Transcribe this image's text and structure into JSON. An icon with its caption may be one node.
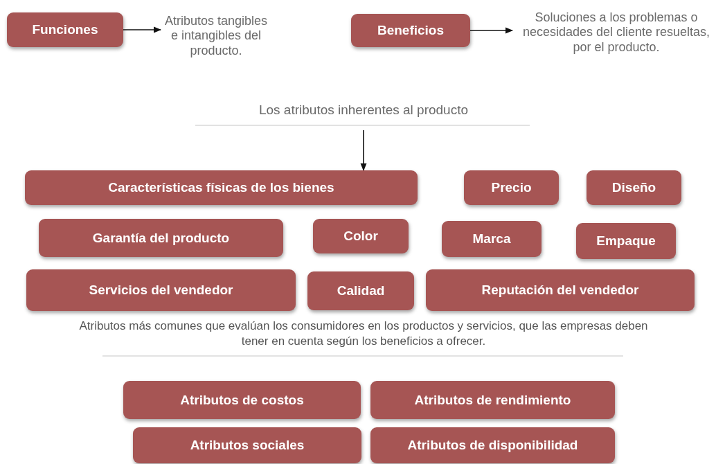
{
  "diagram": {
    "nodes": [
      {
        "text": [
          "Funciones"
        ]
      },
      {
        "text": [
          "Atributos tangibles e intangibles del producto."
        ]
      },
      {
        "text": [
          "Beneficios"
        ]
      },
      {
        "text": [
          "Soluciones a los problemas o necesidades del cliente resueltas, por el producto."
        ]
      },
      {
        "text": [
          "Los atributos inherentes al producto"
        ]
      },
      {
        "text": [
          "Características físicas de los bienes"
        ]
      },
      {
        "text": [
          "Precio"
        ]
      },
      {
        "text": [
          "Diseño"
        ]
      },
      {
        "text": [
          "Garantía del producto"
        ]
      },
      {
        "text": [
          "Color"
        ]
      },
      {
        "text": [
          "Marca"
        ]
      },
      {
        "text": [
          "Empaque"
        ]
      },
      {
        "text": [
          "Servicios del vendedor"
        ]
      },
      {
        "text": [
          "Calidad"
        ]
      },
      {
        "text": [
          "Reputación del vendedor"
        ]
      },
      {
        "text": [
          "Atributos de costos"
        ]
      },
      {
        "text": [
          "Atributos de rendimiento"
        ]
      },
      {
        "text": [
          "Atributos sociales"
        ]
      },
      {
        "text": [
          "Atributos de disponibilidad"
        ]
      }
    ],
    "edges": [
      {
        "from": 0,
        "to": 1,
        "arrow": "to"
      },
      {
        "from": 2,
        "to": 3,
        "arrow": "to"
      },
      {
        "from": 4,
        "to": 5,
        "arrow": "to"
      }
    ],
    "labels": [
      "Atributos más comunes que evalúan los consumidores en los productos y servicios, que las empresas deben tener en cuenta según los beneficios a ofrecer."
    ]
  }
}
